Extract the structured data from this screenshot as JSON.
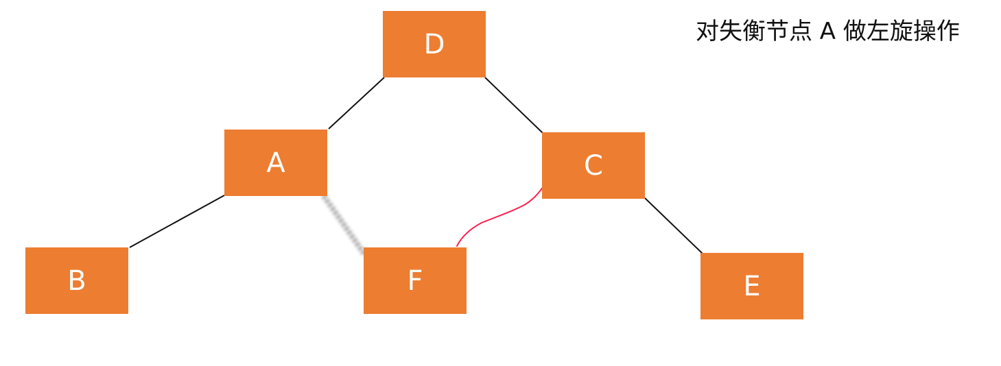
{
  "title": "对失衡节点 A 做左旋操作",
  "colors": {
    "node_fill": "#ed7d31",
    "node_text": "#ffffff",
    "edge": "#111111",
    "new_edge": "#ff1f4f",
    "removed_edge": "#8a8a8a"
  },
  "nodes": {
    "d": "D",
    "a": "A",
    "c": "C",
    "b": "B",
    "f": "F",
    "e": "E"
  }
}
